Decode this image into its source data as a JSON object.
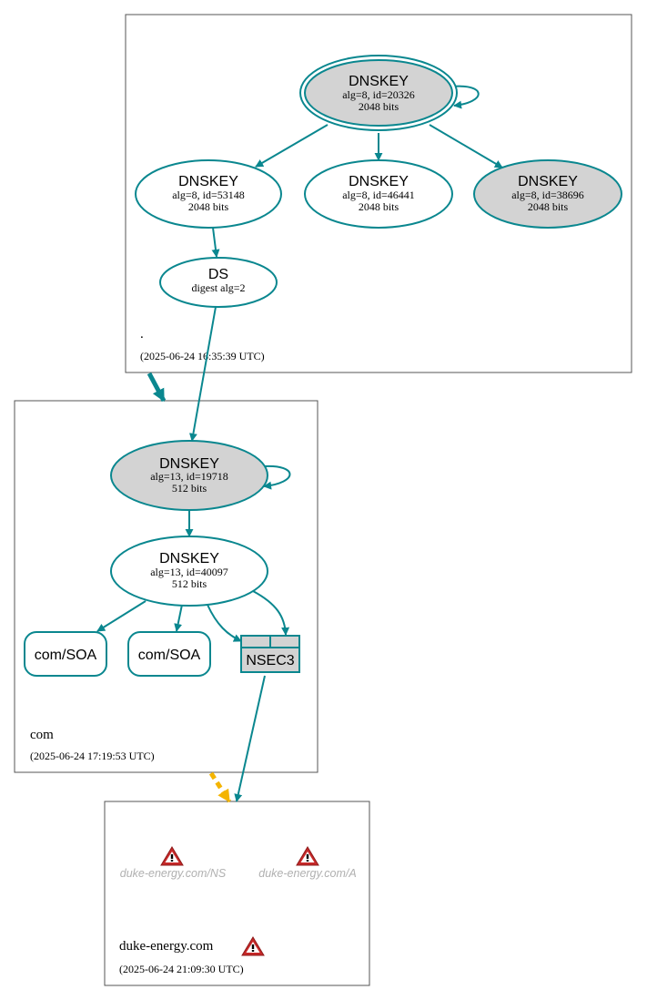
{
  "root_zone": {
    "name": ".",
    "timestamp": "(2025-06-24 16:35:39 UTC)",
    "ksk": {
      "type": "DNSKEY",
      "detail": "alg=8, id=20326",
      "size": "2048 bits"
    },
    "zsk1": {
      "type": "DNSKEY",
      "detail": "alg=8, id=53148",
      "size": "2048 bits"
    },
    "zsk2": {
      "type": "DNSKEY",
      "detail": "alg=8, id=46441",
      "size": "2048 bits"
    },
    "zsk3": {
      "type": "DNSKEY",
      "detail": "alg=8, id=38696",
      "size": "2048 bits"
    },
    "ds": {
      "type": "DS",
      "detail": "digest alg=2"
    }
  },
  "com_zone": {
    "name": "com",
    "timestamp": "(2025-06-24 17:19:53 UTC)",
    "ksk": {
      "type": "DNSKEY",
      "detail": "alg=13, id=19718",
      "size": "512 bits"
    },
    "zsk": {
      "type": "DNSKEY",
      "detail": "alg=13, id=40097",
      "size": "512 bits"
    },
    "soa1": "com/SOA",
    "soa2": "com/SOA",
    "nsec3": "NSEC3"
  },
  "duke_zone": {
    "name": "duke-energy.com",
    "timestamp": "(2025-06-24 21:09:30 UTC)",
    "query_ns": "duke-energy.com/NS",
    "query_a": "duke-energy.com/A"
  },
  "colors": {
    "secure_edge": "#0a878f",
    "grey_fill": "#d3d3d3",
    "delegation_warning": "#f4b400",
    "warning_icon": "#c62828"
  }
}
